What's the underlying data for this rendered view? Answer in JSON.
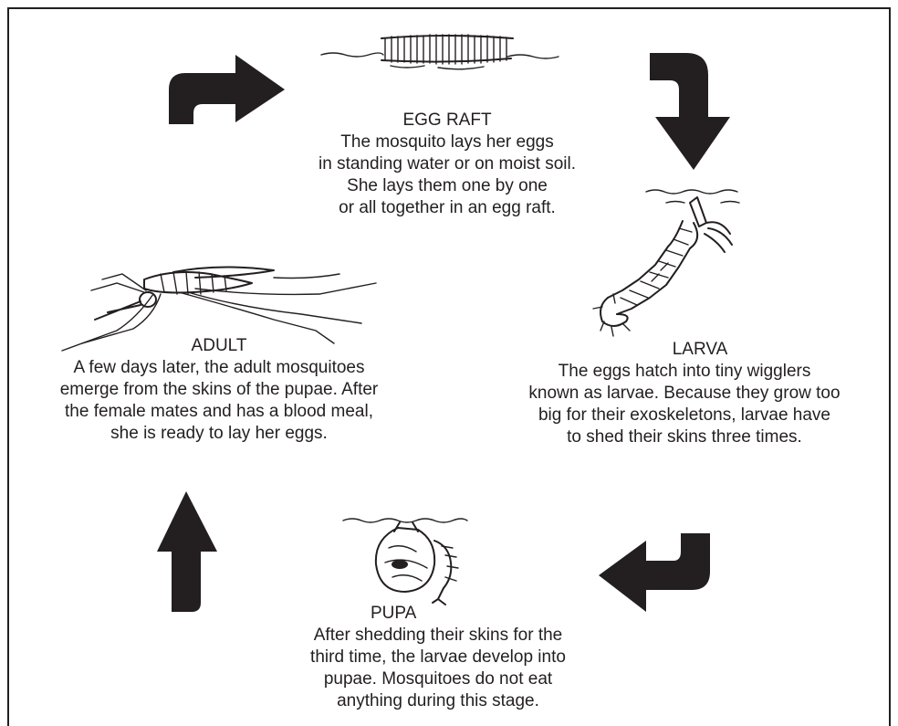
{
  "stages": {
    "egg_raft": {
      "title": "EGG RAFT",
      "lines": [
        "The mosquito lays her eggs",
        "in standing water or on moist soil.",
        "She lays them one by one",
        "or all together in an egg raft."
      ]
    },
    "larva": {
      "title": "LARVA",
      "lines": [
        "The eggs hatch into tiny wigglers",
        "known as larvae.  Because they grow too",
        "big for their exoskeletons, larvae have",
        "to shed their skins three times."
      ]
    },
    "pupa": {
      "title": "PUPA",
      "lines": [
        "After shedding their skins for the",
        "third time, the larvae develop into",
        "pupae.  Mosquitoes do not eat",
        "anything during this stage."
      ]
    },
    "adult": {
      "title": "ADULT",
      "lines": [
        "A few days later, the adult mosquitoes",
        "emerge from the skins of the pupae.  After",
        "the female mates and has a blood meal,",
        "she is ready to lay her eggs."
      ]
    }
  },
  "colors": {
    "ink": "#231f20",
    "background": "#ffffff"
  },
  "icons": [
    "egg-raft-illustration",
    "larva-illustration",
    "pupa-illustration",
    "adult-mosquito-illustration",
    "cycle-arrow-icon"
  ]
}
